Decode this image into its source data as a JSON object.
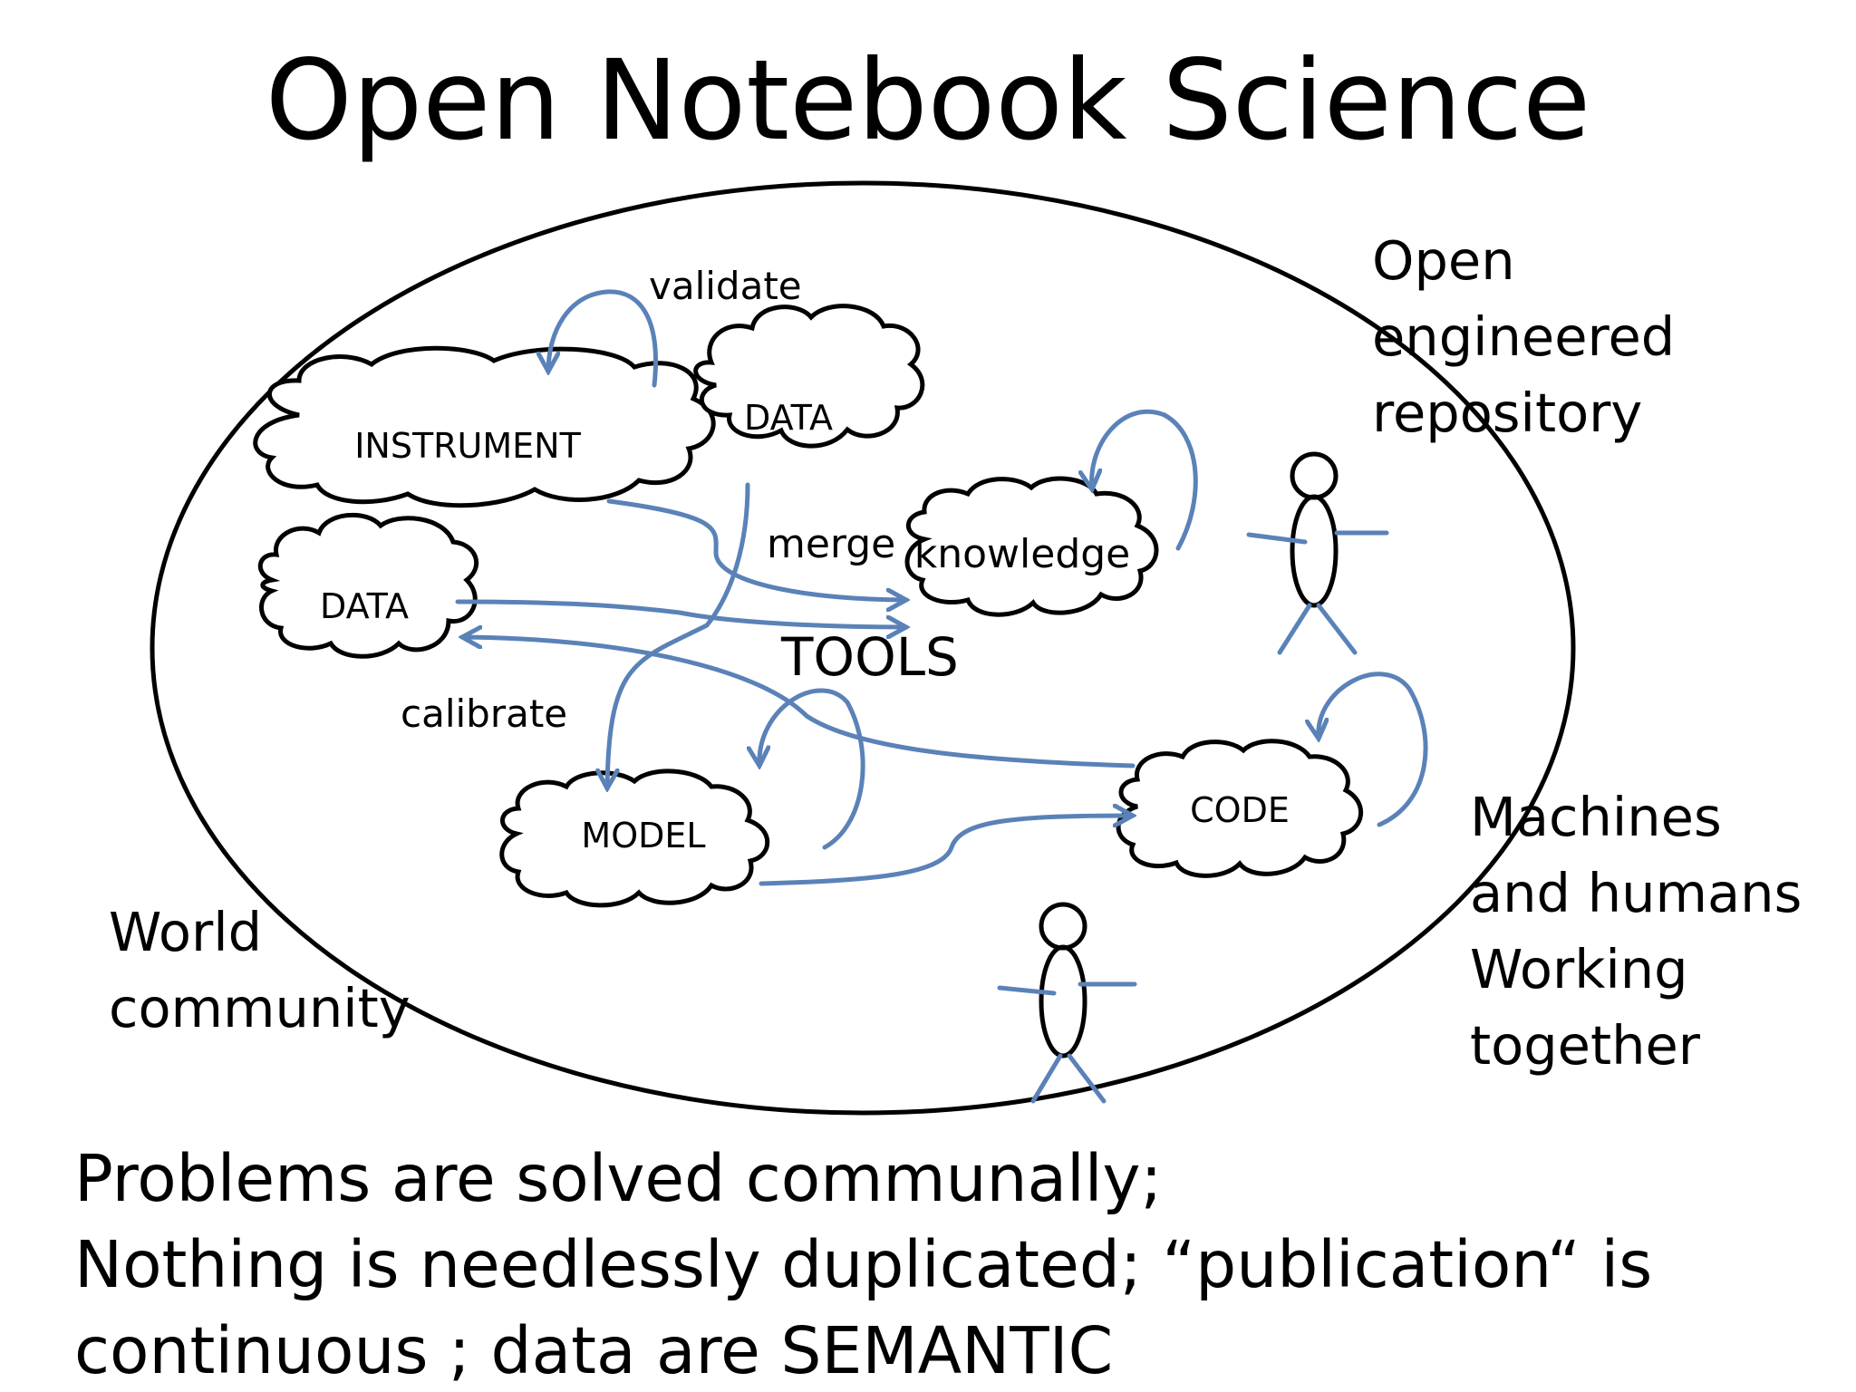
{
  "title": "Open Notebook Science",
  "side_labels": {
    "repository": "Open\nengineered\nrepository",
    "machines": "Machines\nand humans\nWorking\ntogether",
    "world": "World\ncommunity"
  },
  "nodes": {
    "instrument": "INSTRUMENT",
    "data_top": "DATA",
    "data_left": "DATA",
    "knowledge": "knowledge",
    "model": "MODEL",
    "code": "CODE"
  },
  "edge_labels": {
    "validate": "validate",
    "merge": "merge",
    "tools": "TOOLS",
    "calibrate": "calibrate"
  },
  "bottom_text": {
    "line1": "Problems are solved communally;",
    "line2": "Nothing is needlessly duplicated; “publication“ is",
    "line3": "continuous ; data are SEMANTIC"
  },
  "colors": {
    "arrow": "#5a82b8",
    "outline": "#000000",
    "background": "#ffffff"
  }
}
